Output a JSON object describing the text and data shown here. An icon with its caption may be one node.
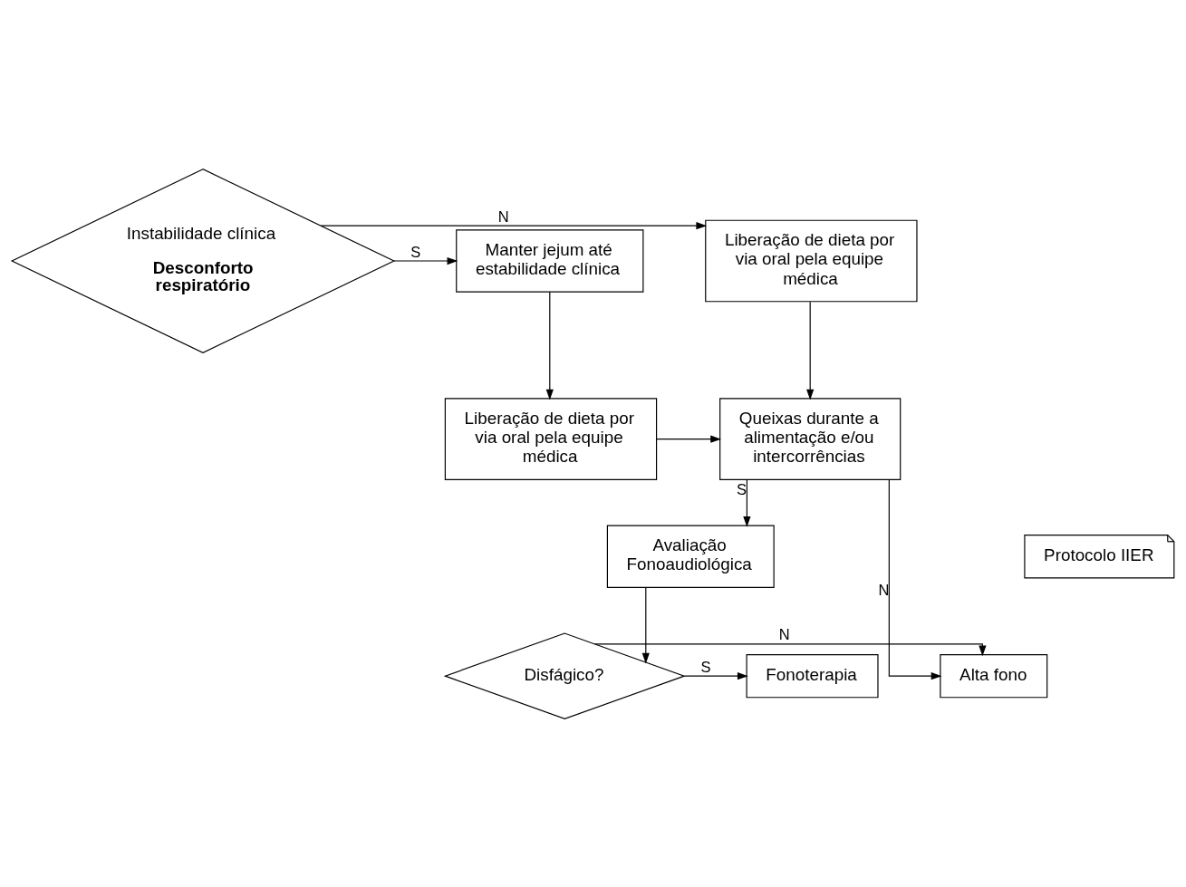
{
  "diagram": {
    "nodes": [
      {
        "text": [
          "Instabilidade clínica",
          "Desconforto respiratório"
        ]
      },
      {
        "text": [
          "Liberação de dieta por via oral pela equipe médica"
        ]
      },
      {
        "text": [
          "Manter jejum até estabilidade clínica"
        ]
      },
      {
        "text": [
          "Liberação de dieta por via oral pela equipe médica"
        ]
      },
      {
        "text": [
          "Queixas durante a alimentação e/ou intercorrências"
        ]
      },
      {
        "text": [
          "Avaliação Fonoaudiológica"
        ]
      },
      {
        "text": [
          "Protocolo IIER"
        ]
      },
      {
        "text": [
          "Disfágico?"
        ]
      },
      {
        "text": [
          "Alta fono"
        ]
      },
      {
        "text": [
          "Fonoterapia"
        ]
      }
    ],
    "edges": [
      {
        "from": 0,
        "to": 1,
        "arrow": "to",
        "label": "N"
      },
      {
        "from": 0,
        "to": 2,
        "arrow": "to",
        "label": "S"
      },
      {
        "from": 1,
        "to": 4,
        "arrow": "to"
      },
      {
        "from": 2,
        "to": 3,
        "arrow": "to"
      },
      {
        "from": 3,
        "to": 4,
        "arrow": "to"
      },
      {
        "from": 4,
        "to": 5,
        "arrow": "to",
        "label": "S"
      },
      {
        "from": 4,
        "to": 8,
        "arrow": "to",
        "label": "N"
      },
      {
        "from": 5,
        "to": 7,
        "arrow": "to"
      },
      {
        "from": 7,
        "to": 8,
        "arrow": "to",
        "label": "N"
      },
      {
        "from": 7,
        "to": 9,
        "arrow": "to",
        "label": "S"
      }
    ]
  }
}
